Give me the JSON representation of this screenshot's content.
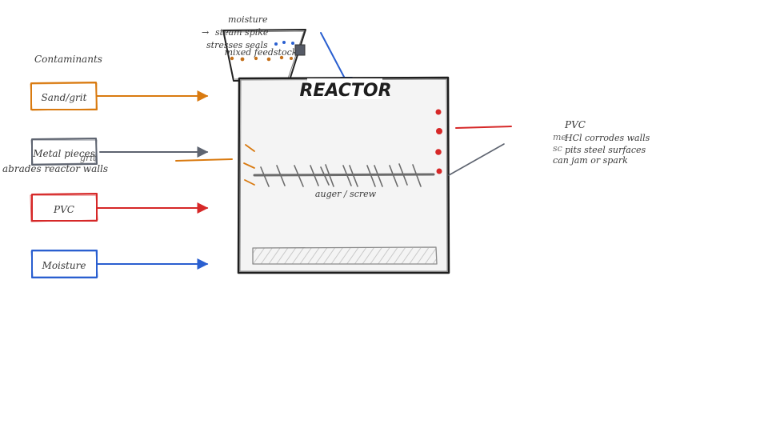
{
  "diagram": {
    "contaminants_header": "Contaminants",
    "boxes": [
      {
        "label": "Sand/grit",
        "color": "#d97a10"
      },
      {
        "label": "Metal pieces",
        "color": "#5e6470"
      },
      {
        "label": "PVC",
        "color": "#d62828"
      },
      {
        "label": "Moisture",
        "color": "#2a5fd0"
      }
    ],
    "sand_note": "abrades reactor walls",
    "metal_overlap_fragment": "grit",
    "hopper": {
      "label": "mixed feedstock",
      "moisture_note": [
        "moisture",
        "steam spike",
        "stresses seals"
      ]
    },
    "reactor": {
      "title": "REACTOR",
      "auger_label": "auger / screw",
      "fill_color": "#f4f4f4"
    },
    "right_notes": {
      "pvc": "PVC",
      "lines": [
        "HCl corrodes walls",
        "pits steel surfaces",
        "can jam or spark"
      ],
      "underlap": [
        "me",
        "sc"
      ]
    }
  }
}
